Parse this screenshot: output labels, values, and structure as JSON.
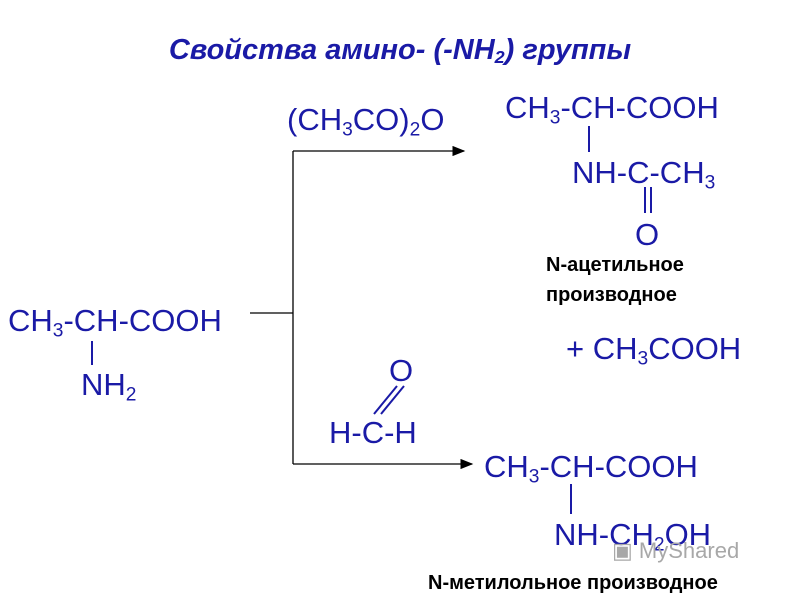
{
  "colors": {
    "formula": "#1a1aa6",
    "title": "#1a1aa6",
    "lines": "#000000",
    "caption": "#000000"
  },
  "title": {
    "pre": "Свойства амино- (-NH",
    "sub": "2",
    "post": ") группы"
  },
  "reactant": {
    "p1": "CH",
    "s1": "3",
    "p2": "-CH-COOH",
    "amine": "NH",
    "amine_sub": "2"
  },
  "reagent_top": {
    "p1": "(CH",
    "s1": "3",
    "p2": "CO)",
    "s2": "2",
    "p3": "O"
  },
  "reagent_bottom": {
    "oxygen": "O",
    "main": "H-C-H"
  },
  "product_top": {
    "p1": "CH",
    "s1": "3",
    "p2": "-CH-COOH",
    "sub_p1": "NH-C-CH",
    "sub_s1": "3",
    "oxygen": "O",
    "caption_line1": "N-ацетильное",
    "caption_line2": "производное"
  },
  "byproduct": {
    "p1": "+ CH",
    "s1": "3",
    "p2": "COOH"
  },
  "product_bottom": {
    "p1": "CH",
    "s1": "3",
    "p2": "-CH-COOH",
    "sub_p1": "NH-CH",
    "sub_s1": "2",
    "sub_p2": "OH",
    "caption": "N-метилольное производное"
  },
  "watermark": {
    "text": "MyShared"
  }
}
